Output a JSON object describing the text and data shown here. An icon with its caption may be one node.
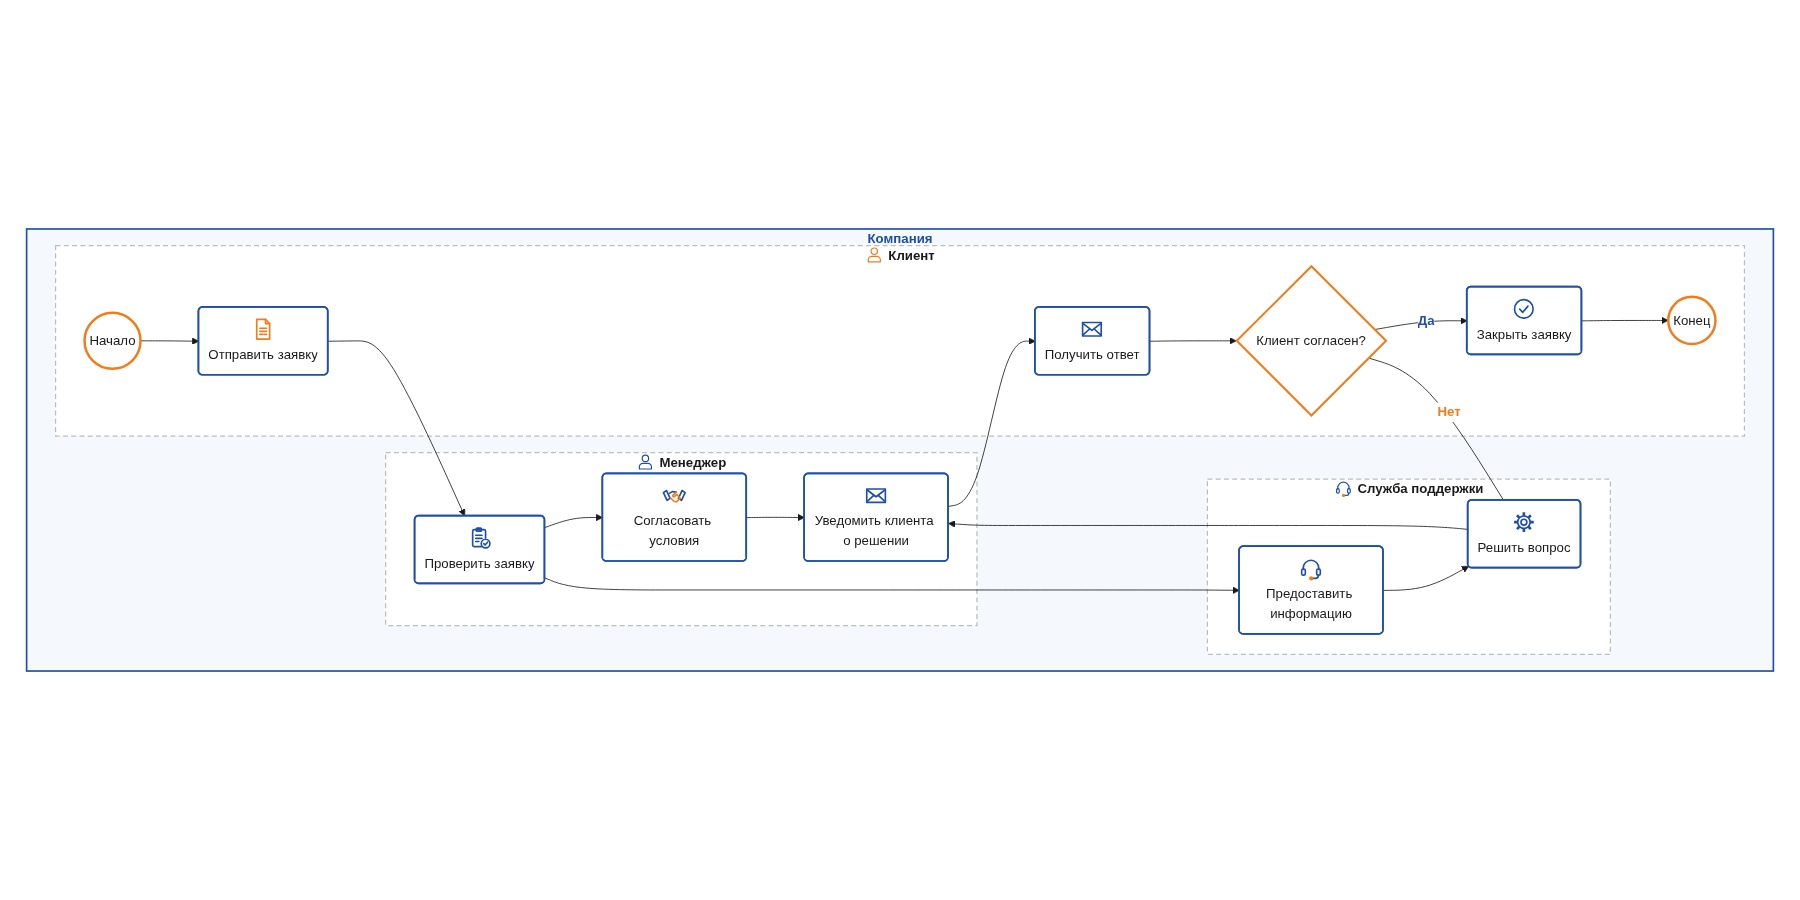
{
  "diagram": {
    "nodes": [
      {
        "text": [
          "Компания"
        ]
      },
      {
        "text": [
          "Клиент"
        ],
        "in": 0
      },
      {
        "text": [
          "Начало"
        ],
        "in": 1
      },
      {
        "text": [
          "Отправить заявку"
        ],
        "in": 1
      },
      {
        "text": [
          "Получить ответ"
        ],
        "in": 1
      },
      {
        "text": [
          "Клиент согласен?"
        ],
        "in": 1
      },
      {
        "text": [
          "Закрыть заявку"
        ],
        "in": 1
      },
      {
        "text": [
          "Конец"
        ],
        "in": 1
      },
      {
        "text": [
          "Менеджер"
        ],
        "in": 0
      },
      {
        "text": [
          "Проверить заявку"
        ],
        "in": 8
      },
      {
        "text": [
          "Согласовать условия"
        ],
        "in": 8
      },
      {
        "text": [
          "Уведомить клиента о решении"
        ],
        "in": 8
      },
      {
        "text": [
          "Служба поддержки"
        ],
        "in": 0
      },
      {
        "text": [
          "Предоставить информацию"
        ],
        "in": 12
      },
      {
        "text": [
          "Решить вопрос"
        ],
        "in": 12
      }
    ],
    "edges": [
      {
        "from": 2,
        "to": 3,
        "arrow": "to"
      },
      {
        "from": 3,
        "to": 9,
        "arrow": "to"
      },
      {
        "from": 9,
        "to": 10,
        "arrow": "to"
      },
      {
        "from": 10,
        "to": 11,
        "arrow": "to"
      },
      {
        "from": 11,
        "to": 4,
        "arrow": "to"
      },
      {
        "from": 4,
        "to": 5,
        "arrow": "to"
      },
      {
        "from": 5,
        "to": 6,
        "arrow": "to",
        "label": "Да"
      },
      {
        "from": 6,
        "to": 7,
        "arrow": "to"
      },
      {
        "from": 9,
        "to": 13,
        "arrow": "to"
      },
      {
        "from": 13,
        "to": 14,
        "arrow": "to"
      },
      {
        "from": 14,
        "to": 11,
        "arrow": "to"
      },
      {
        "from": 5,
        "to": 14,
        "arrow": "none",
        "label": "Нет"
      }
    ]
  }
}
